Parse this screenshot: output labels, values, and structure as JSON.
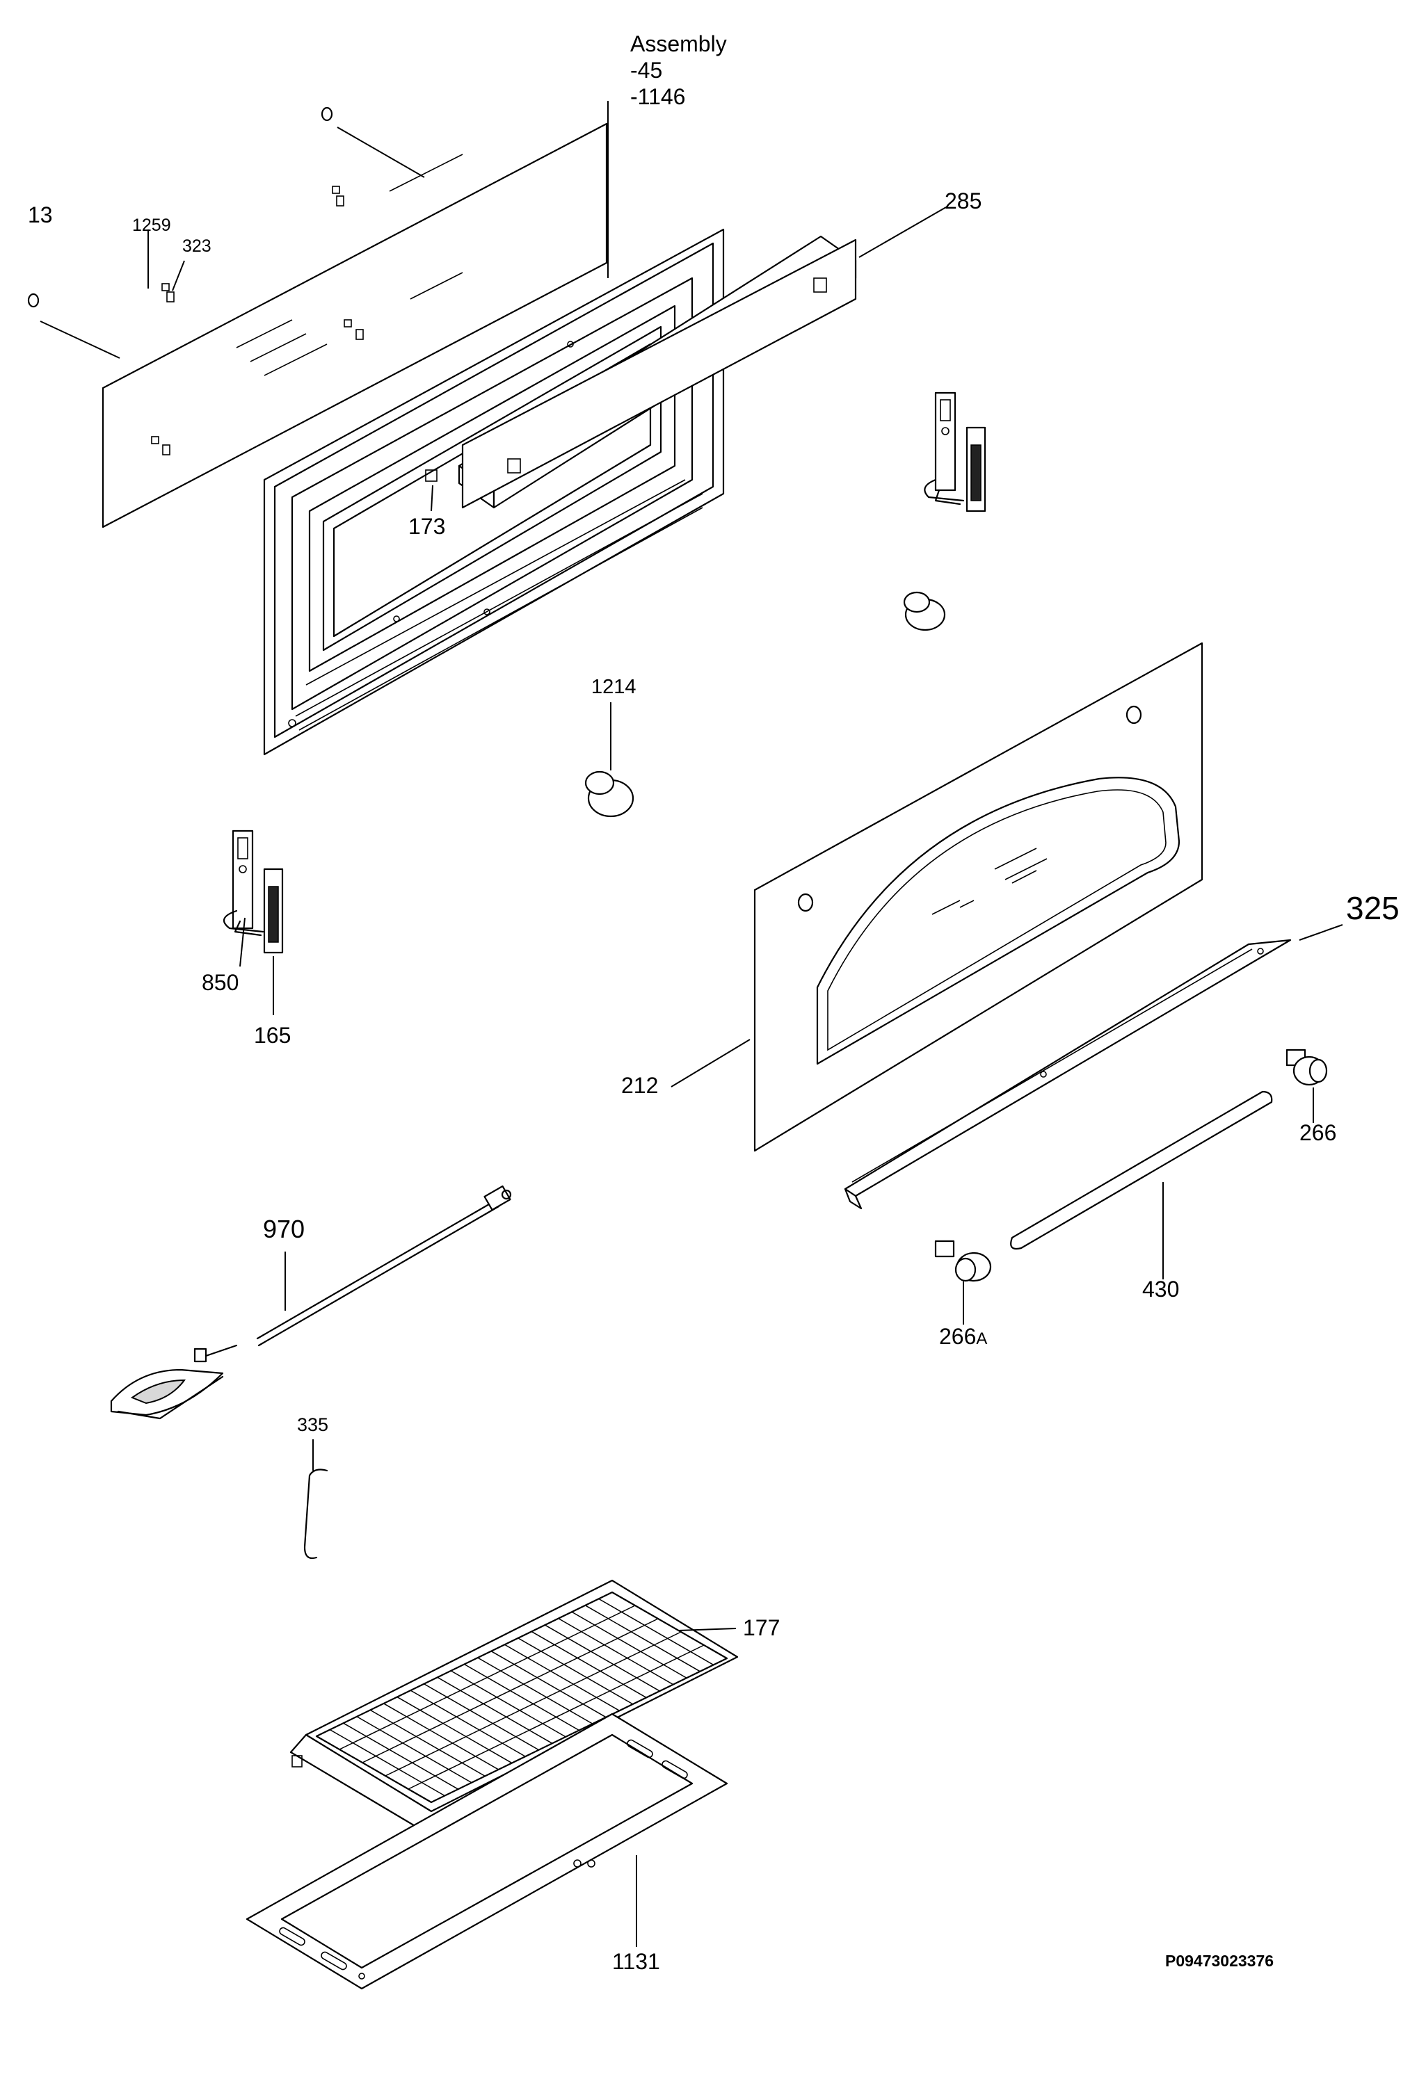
{
  "labels": {
    "assembly": [
      "Assembly",
      "-45",
      "-1146"
    ],
    "p13": "13",
    "p1259": "1259",
    "p323": "323",
    "p285": "285",
    "p173": "173",
    "p1214": "1214",
    "p850": "850",
    "p165": "165",
    "p325": "325",
    "p212": "212",
    "p266": "266",
    "p266a_num": "266",
    "p266a_suffix": "A",
    "p430": "430",
    "p970": "970",
    "p335": "335",
    "p177": "177",
    "p1131": "1131",
    "drawing_number": "P09473023376"
  }
}
